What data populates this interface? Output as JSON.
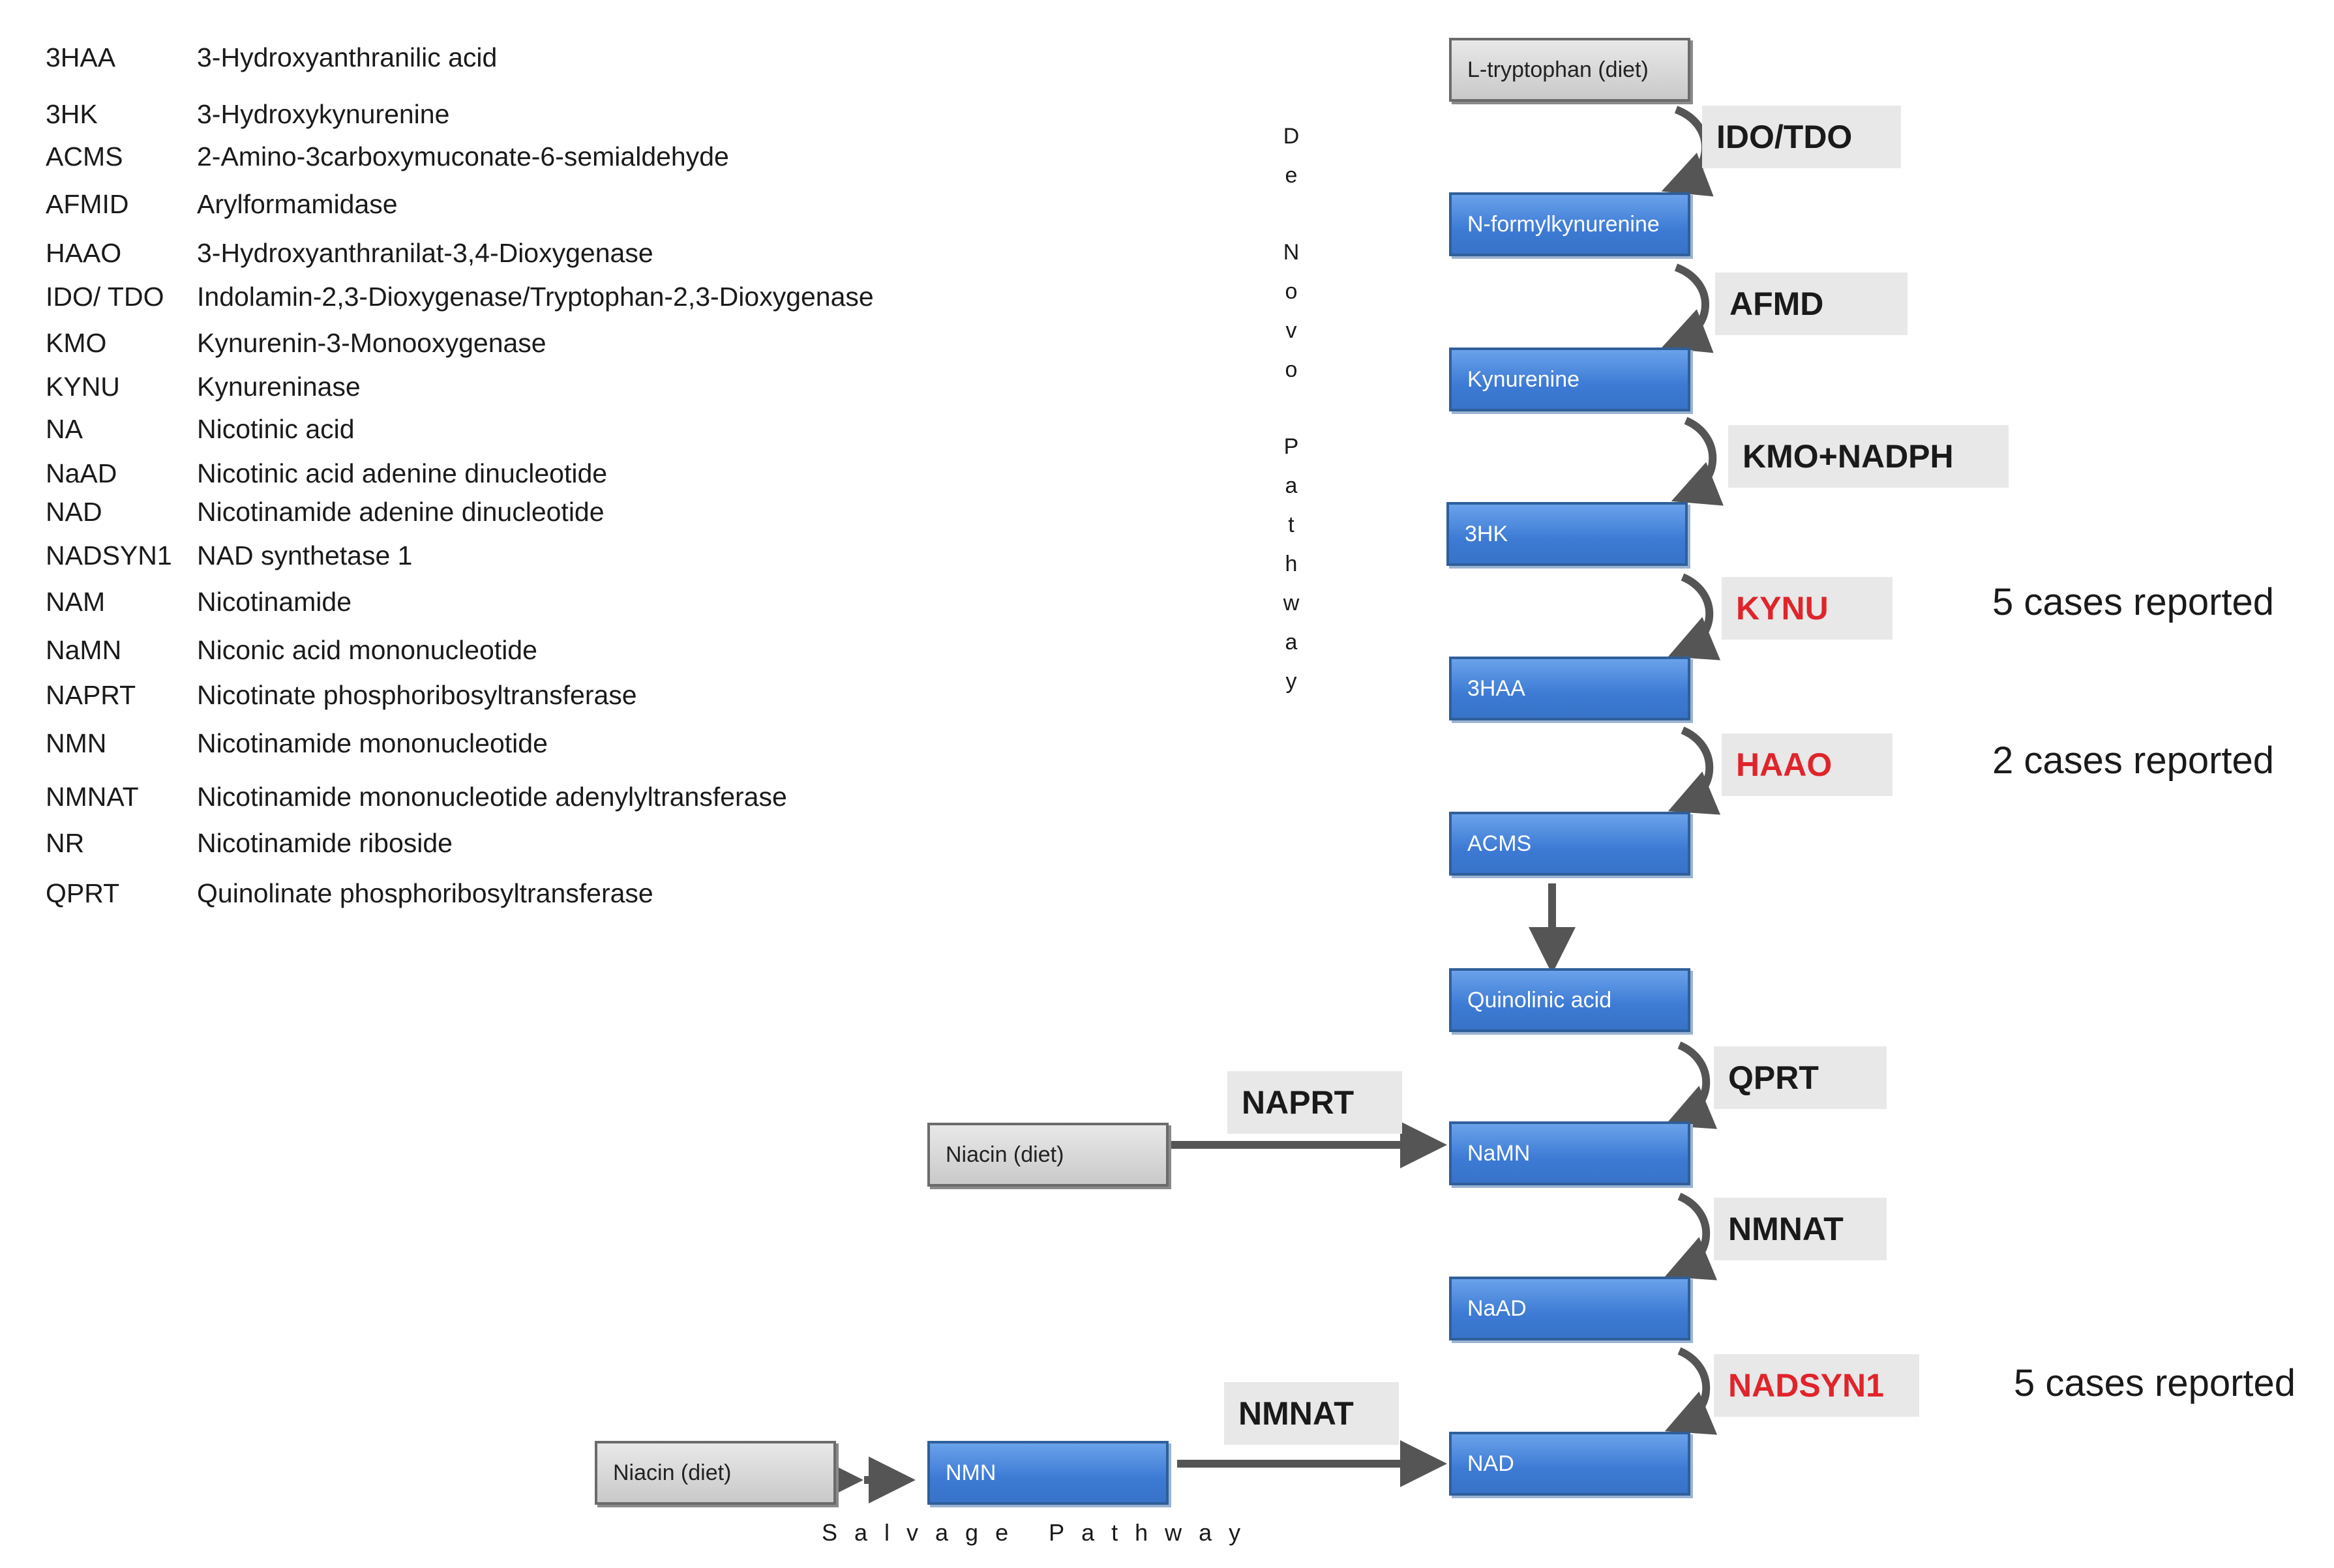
{
  "abbreviations": [
    {
      "abbr": "3HAA",
      "definition": "3-Hydroxyanthranilic acid"
    },
    {
      "abbr": "3HK",
      "definition": "3-Hydroxykynurenine"
    },
    {
      "abbr": "ACMS",
      "definition": "2-Amino-3carboxymuconate-6-semialdehyde"
    },
    {
      "abbr": "AFMID",
      "definition": "Arylformamidase"
    },
    {
      "abbr": "HAAO",
      "definition": "3-Hydroxyanthranilat-3,4-Dioxygenase"
    },
    {
      "abbr": "IDO/ TDO",
      "definition": "Indolamin-2,3-Dioxygenase/Tryptophan-2,3-Dioxygenase"
    },
    {
      "abbr": "KMO",
      "definition": "Kynurenin-3-Monooxygenase"
    },
    {
      "abbr": "KYNU",
      "definition": "Kynureninase"
    },
    {
      "abbr": "NA",
      "definition": "Nicotinic acid"
    },
    {
      "abbr": "NaAD",
      "definition": "Nicotinic acid adenine dinucleotide"
    },
    {
      "abbr": "NAD",
      "definition": "Nicotinamide adenine dinucleotide"
    },
    {
      "abbr": "NADSYN1",
      "definition": "NAD synthetase 1"
    },
    {
      "abbr": "NAM",
      "definition": "Nicotinamide"
    },
    {
      "abbr": "NaMN",
      "definition": "Niconic acid mononucleotide"
    },
    {
      "abbr": "NAPRT",
      "definition": "Nicotinate phosphoribosyltransferase"
    },
    {
      "abbr": "NMN",
      "definition": "Nicotinamide mononucleotide"
    },
    {
      "abbr": "NMNAT",
      "definition": "Nicotinamide mononucleotide adenylyltransferase"
    },
    {
      "abbr": "NR",
      "definition": "Nicotinamide riboside"
    },
    {
      "abbr": "QPRT",
      "definition": "Quinolinate phosphoribosyltransferase"
    }
  ],
  "de_novo_label": [
    "D",
    "e",
    "N",
    "o",
    "v",
    "o",
    "P",
    "a",
    "t",
    "h",
    "w",
    "a",
    "y"
  ],
  "metabolites": {
    "tryptophan": "L-tryptophan (diet)",
    "n_formylkynurenine": "N-formylkynurenine",
    "kynurenine": "Kynurenine",
    "hk": "3HK",
    "haa": "3HAA",
    "acms": "ACMS",
    "quinolinic": "Quinolinic acid",
    "namn": "NaMN",
    "naad": "NaAD",
    "nad": "NAD",
    "niacin1": "Niacin (diet)",
    "niacin2": "Niacin (diet)",
    "nmn": "NMN"
  },
  "enzymes": {
    "ido_tdo": "IDO/TDO",
    "afmd": "AFMD",
    "kmo": "KMO+NADPH",
    "kynu": "KYNU",
    "haao": "HAAO",
    "qprt": "QPRT",
    "nmnat1": "NMNAT",
    "nadsyn1": "NADSYN1",
    "naprt": "NAPRT",
    "nmnat2": "NMNAT"
  },
  "notes": {
    "kynu": "5 cases reported",
    "haao": "2 cases reported",
    "nadsyn1": "5 cases reported"
  },
  "salvage_label": "Salvage Pathway",
  "colors": {
    "box_blue": "#3c7ad4",
    "box_grey": "#c9c9c9",
    "enzyme_bg": "#e8e8e8",
    "highlight_red": "#e0242b",
    "arrow": "#555555"
  }
}
